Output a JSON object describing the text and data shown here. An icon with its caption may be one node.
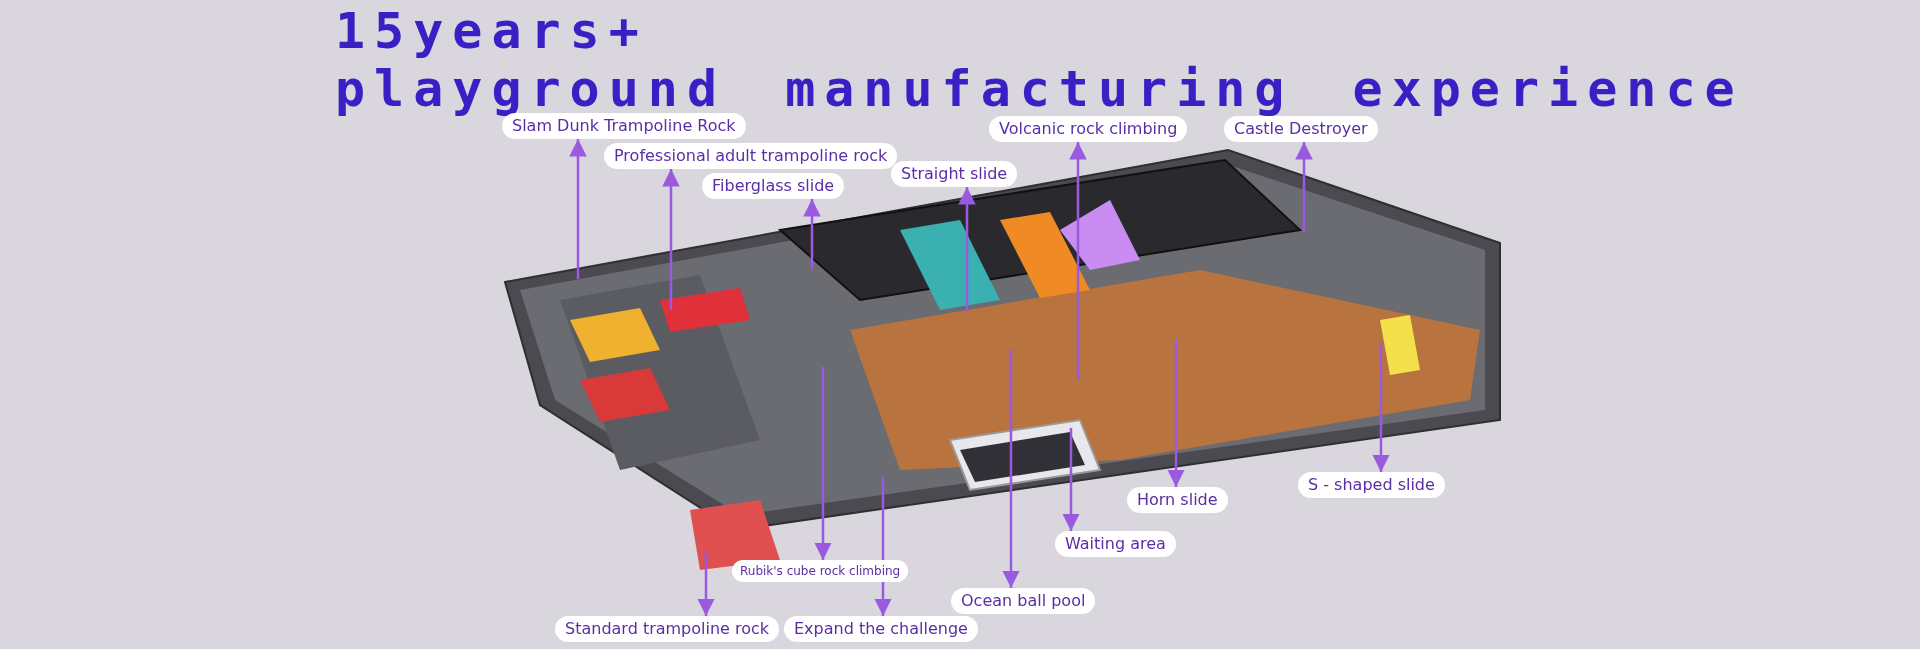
{
  "diagram": {
    "title": "15years+ playground manufacturing experience",
    "nodes": [
      {
        "text": [],
        "shape": "picture"
      },
      {
        "text": [
          "Slam Dunk Trampoline Rock"
        ]
      },
      {
        "text": [
          "Volcanic rock climbing"
        ]
      },
      {
        "text": [
          "Castle Destroyer"
        ]
      },
      {
        "text": [
          "Professional adult trampoline rock"
        ]
      },
      {
        "text": [
          "Straight slide"
        ]
      },
      {
        "text": [
          "Fiberglass slide"
        ]
      },
      {
        "text": [
          "S - shaped slide"
        ]
      },
      {
        "text": [
          "Horn slide"
        ]
      },
      {
        "text": [
          "Waiting area"
        ]
      },
      {
        "text": [
          "Rubik's cube rock climbing"
        ]
      },
      {
        "text": [
          "Ocean ball pool"
        ]
      },
      {
        "text": [
          "Standard trampoline rock"
        ]
      },
      {
        "text": [
          "Expand the challenge"
        ]
      }
    ],
    "edges": [
      {
        "from": 0,
        "to": 1,
        "arrow": "to"
      },
      {
        "from": 0,
        "to": 2,
        "arrow": "to"
      },
      {
        "from": 0,
        "to": 3,
        "arrow": "to"
      },
      {
        "from": 0,
        "to": 4,
        "arrow": "to"
      },
      {
        "from": 0,
        "to": 5,
        "arrow": "to"
      },
      {
        "from": 0,
        "to": 6,
        "arrow": "to"
      },
      {
        "from": 0,
        "to": 7,
        "arrow": "to"
      },
      {
        "from": 0,
        "to": 8,
        "arrow": "to"
      },
      {
        "from": 0,
        "to": 9,
        "arrow": "to"
      },
      {
        "from": 0,
        "to": 10,
        "arrow": "to"
      },
      {
        "from": 0,
        "to": 11,
        "arrow": "to"
      },
      {
        "from": 0,
        "to": 12,
        "arrow": "to"
      },
      {
        "from": 0,
        "to": 13,
        "arrow": "to"
      }
    ]
  }
}
